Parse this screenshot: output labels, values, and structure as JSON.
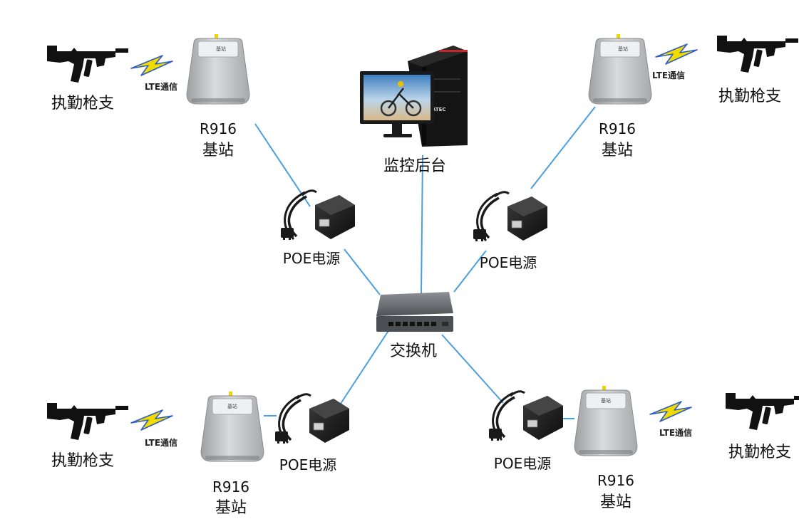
{
  "title": "",
  "colors": {
    "link": "#4a9fe0",
    "bolt_fill": "#f2dc00",
    "bolt_stroke": "#2c5cc8",
    "gun": "#111111",
    "station_body": "#c9cacc",
    "adapter_body": "#1f1f1f",
    "monitor_bezel": "#1a1a1a",
    "tower": "#141414",
    "tower_accent": "#c8262a",
    "switch_body": "#6a6d72"
  },
  "nodes": {
    "monitor": {
      "label": "监控后台",
      "tower_badge": "ATEC"
    },
    "switch": {
      "label": "交换机"
    },
    "adapters": [
      {
        "label": "POE电源"
      },
      {
        "label": "POE电源"
      },
      {
        "label": "POE电源"
      },
      {
        "label": "POE电源"
      }
    ],
    "stations": [
      {
        "model": "R916",
        "label": "基站",
        "panel_text": "基站"
      },
      {
        "model": "R916",
        "label": "基站",
        "panel_text": "基站"
      },
      {
        "model": "R916",
        "label": "基站",
        "panel_text": "基站"
      },
      {
        "model": "R916",
        "label": "基站",
        "panel_text": "基站"
      }
    ],
    "guns": [
      {
        "label": "执勤枪支"
      },
      {
        "label": "执勤枪支"
      },
      {
        "label": "执勤枪支"
      },
      {
        "label": "执勤枪支"
      }
    ],
    "wireless": [
      {
        "label": "LTE通信"
      },
      {
        "label": "LTE通信"
      },
      {
        "label": "LTE通信"
      },
      {
        "label": "LTE通信"
      }
    ]
  }
}
